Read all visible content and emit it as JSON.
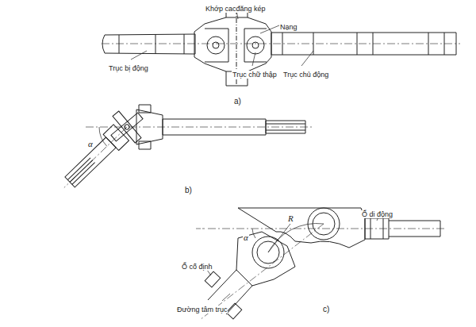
{
  "diagram": {
    "labels": [
      "Khớp cacđăng kép",
      "Nạng",
      "Trục bị động",
      "Trục chữ thập",
      "Trục chủ động",
      "a)",
      "α",
      "b)",
      "Ổ di động",
      "R",
      "α",
      "Ổ cố định",
      "Đường tâm trục",
      "c)"
    ]
  }
}
